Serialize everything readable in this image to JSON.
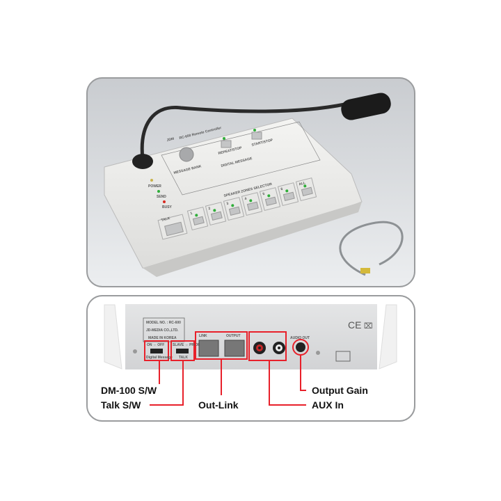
{
  "front": {
    "brand": "JDM",
    "model_title": "RC-600 Remote Controller",
    "message_bank": "MESSAGE BANK",
    "repeat_stop": "REPEAT/STOP",
    "start_stop": "START/STOP",
    "digital_message": "DIGITAL MESSAGE",
    "speaker_zones_selector": "SPEAKER ZONES SELECTOR",
    "power": "POWER",
    "send": "SEND",
    "busy": "BUSY",
    "talk": "TALK",
    "zones": [
      "1",
      "2",
      "3",
      "4",
      "5",
      "6",
      "ALL"
    ]
  },
  "rear": {
    "label_model": "MODEL NO. : RC-600",
    "label_company": "JD-MEDIA CO.,LTD.",
    "label_made": "MADE IN KOREA",
    "dm_switch_top": "ON ⇔ OFF",
    "dm_switch_bottom": "Digital Message",
    "talk_switch_top": "SLAVE ⇔ PRIORI",
    "talk_switch_bottom": "TALK",
    "link": "LINK",
    "output": "OUTPUT",
    "audio_out": "AUDIO OUT",
    "ce_mark": "CE"
  },
  "callouts": {
    "dm100": "DM-100 S/W",
    "talk": "Talk S/W",
    "outlink": "Out-Link",
    "output_gain": "Output Gain",
    "aux_in": "AUX In"
  },
  "colors": {
    "callout": "#e8202a",
    "led_green": "#2fae3a",
    "led_red": "#d8281e",
    "led_yellow": "#c9b24a"
  }
}
